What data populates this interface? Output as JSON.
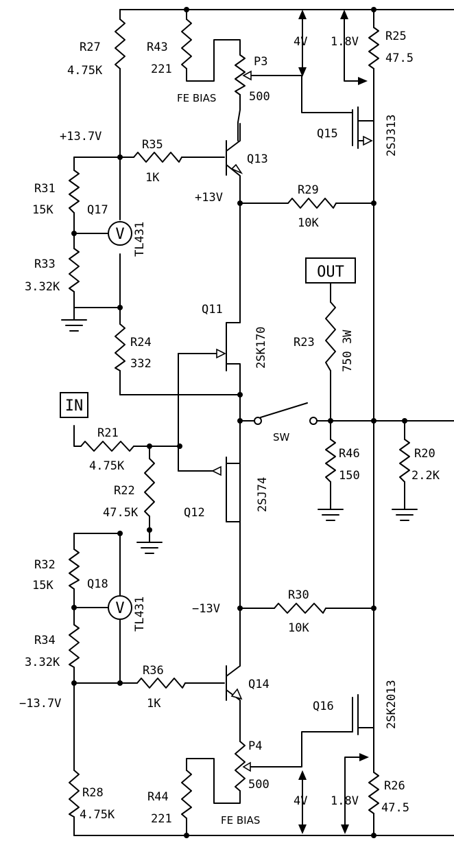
{
  "components": {
    "r27": {
      "ref": "R27",
      "value": "4.75K"
    },
    "r43": {
      "ref": "R43",
      "value": "221"
    },
    "p3": {
      "ref": "P3",
      "value": "500"
    },
    "r25": {
      "ref": "R25",
      "value": "47.5"
    },
    "q15": {
      "ref": "Q15",
      "part": "2SJ313"
    },
    "r35": {
      "ref": "R35",
      "value": "1K"
    },
    "q13": {
      "ref": "Q13"
    },
    "r29": {
      "ref": "R29",
      "value": "10K"
    },
    "r31": {
      "ref": "R31",
      "value": "15K"
    },
    "q17": {
      "ref": "Q17",
      "part": "TL431",
      "symbol": "V"
    },
    "r33": {
      "ref": "R33",
      "value": "3.32K"
    },
    "q11": {
      "ref": "Q11",
      "part": "2SK170"
    },
    "r24": {
      "ref": "R24",
      "value": "332"
    },
    "r23": {
      "ref": "R23",
      "value": "750 3W"
    },
    "r21": {
      "ref": "R21",
      "value": "4.75K"
    },
    "r22": {
      "ref": "R22",
      "value": "47.5K"
    },
    "r46": {
      "ref": "R46",
      "value": "150"
    },
    "r20": {
      "ref": "R20",
      "value": "2.2K"
    },
    "q12": {
      "ref": "Q12",
      "part": "2SJ74"
    },
    "r32": {
      "ref": "R32",
      "value": "15K"
    },
    "q18": {
      "ref": "Q18",
      "part": "TL431",
      "symbol": "V"
    },
    "r30": {
      "ref": "R30",
      "value": "10K"
    },
    "r34": {
      "ref": "R34",
      "value": "3.32K"
    },
    "r36": {
      "ref": "R36",
      "value": "1K"
    },
    "q14": {
      "ref": "Q14"
    },
    "q16": {
      "ref": "Q16",
      "part": "2SK2013"
    },
    "p4": {
      "ref": "P4",
      "value": "500"
    },
    "r28": {
      "ref": "R28",
      "value": "4.75K"
    },
    "r44": {
      "ref": "R44",
      "value": "221"
    },
    "r26": {
      "ref": "R26",
      "value": "47.5"
    }
  },
  "labels": {
    "fe_bias_top": "FE BIAS",
    "fe_bias_bottom": "FE BIAS",
    "v_pos_13_7": "+13.7V",
    "v_pos_13": "+13V",
    "v_neg_13": "−13V",
    "v_neg_13_7": "−13.7V",
    "v4_top": "4V",
    "v18_top": "1.8V",
    "v4_bottom": "4V",
    "v18_bottom": "1.8V",
    "switch": "SW"
  },
  "ports": {
    "out": "OUT",
    "in": "IN"
  }
}
